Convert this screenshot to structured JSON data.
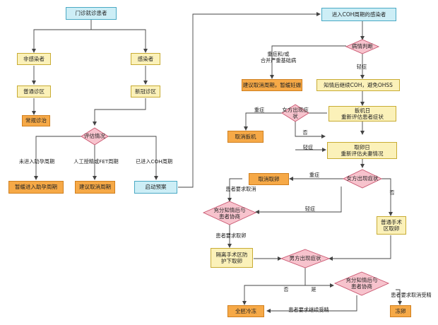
{
  "nodes": {
    "start": "门诊就诊患者",
    "non_infected": "非感染者",
    "normal_clinic": "普通诊区",
    "routine": "常规诊治",
    "infected": "感染者",
    "covid_clinic": "新冠诊区",
    "assess": "评估情况",
    "pause_art": "暂缓进入助孕周期",
    "cancel_cycle": "建议取消周期",
    "plan": "启动预案",
    "coh_patient": "进入COH周期的感染者",
    "condition": "病情判断",
    "cancel_pause": "建议取消周期，暂缓妊娠",
    "continue_coh": "知情后继续COH，避免OHSS",
    "trigger_day": "扳机日\n重新评估患者症状",
    "female_sym1": "女方出现症状",
    "cancel_trigger": "取消扳机",
    "retrieval_day": "取卵日\n重新评估夫妻情况",
    "female_sym2": "女方出现症状",
    "cancel_retrieval": "取消取卵",
    "consult": "充分知情后与\n患者协商",
    "regular_or": "普通手术\n区取卵",
    "isolated_or": "隔离手术区防\n护下取卵",
    "male_sym": "男方出现症状",
    "consult2": "充分知情后与\n患者协商",
    "freeze_all": "全胚冷冻",
    "freeze_eggs": "冻卵"
  },
  "labels": {
    "not_entered": "未进入助孕周期",
    "ai_fet": "人工授精或FET周期",
    "entered_coh": "已进入COH周期",
    "severe_comorbid": "重症和/或\n合并严重基础病",
    "mild1": "轻症",
    "severe1": "重症",
    "no1": "否",
    "mild2": "轻症",
    "severe2": "重症",
    "pt_cancel": "患者要求取消",
    "mild3": "轻症",
    "no2": "否",
    "pt_retrieve": "患者要求取卵",
    "no3": "否",
    "yes1": "是",
    "pt_cancel_transfer": "患者要求取消受精",
    "pt_continue": "患者要求继续受精"
  }
}
